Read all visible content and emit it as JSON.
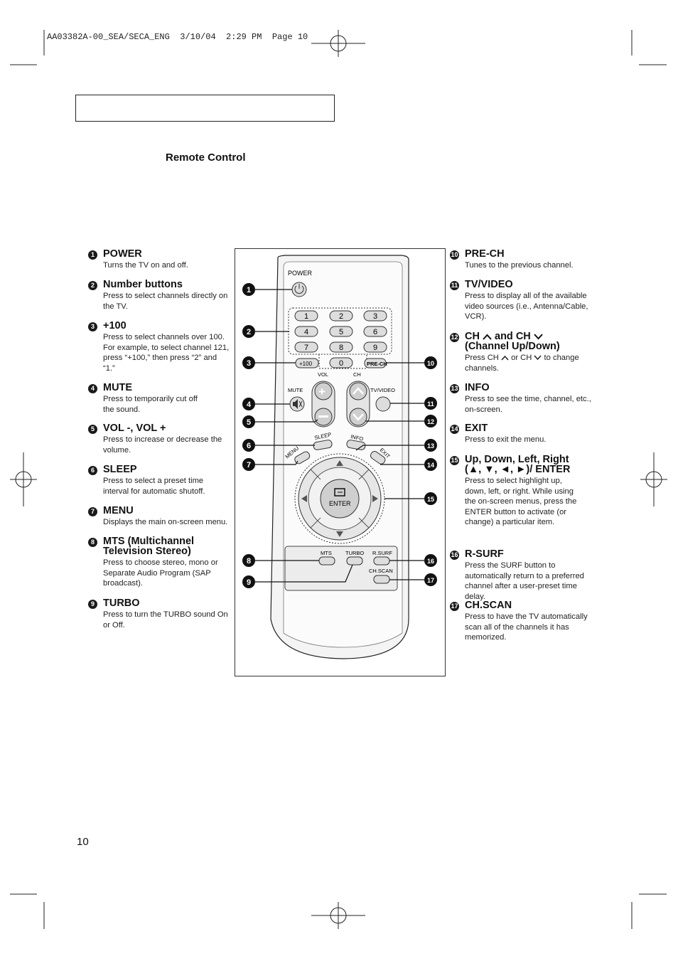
{
  "slug": "AA03382A-00_SEA/SECA_ENG  3/10/04  2:29 PM  Page 10",
  "section_title": "Remote Control",
  "page_number": "10",
  "left_items": [
    {
      "num": "1",
      "title": "POWER",
      "desc": "Turns the TV on and off."
    },
    {
      "num": "2",
      "title": "Number buttons",
      "desc": "Press to select channels directly on the TV."
    },
    {
      "num": "3",
      "title": "+100",
      "desc": "Press to select channels over 100. For example, to select channel 121, press “+100,” then press “2” and “1.”"
    },
    {
      "num": "4",
      "title": "MUTE",
      "desc": "Press to temporarily cut off the sound."
    },
    {
      "num": "5",
      "title": "VOL -, VOL +",
      "desc": "Press to increase or decrease the volume."
    },
    {
      "num": "6",
      "title": "SLEEP",
      "desc": "Press to select a preset time interval for automatic shutoff."
    },
    {
      "num": "7",
      "title": "MENU",
      "desc": "Displays the main on-screen menu."
    },
    {
      "num": "8",
      "title": "MTS (Multichannel Television Stereo)",
      "desc": "Press to choose stereo, mono or Separate Audio Program (SAP broadcast)."
    },
    {
      "num": "9",
      "title": "TURBO",
      "desc": "Press to turn the TURBO sound On or Off."
    }
  ],
  "right_items": [
    {
      "num": "10",
      "title": "PRE-CH",
      "desc": "Tunes to the previous channel."
    },
    {
      "num": "11",
      "title": "TV/VIDEO",
      "desc": "Press to display all of the available video sources (i.e., Antenna/Cable, VCR)."
    },
    {
      "num": "12",
      "title_a": "CH",
      "title_b": "and CH",
      "title_c": "(Channel Up/Down)",
      "desc_a": "Press CH",
      "desc_b": "or CH",
      "desc_c": "to change channels."
    },
    {
      "num": "13",
      "title": "INFO",
      "desc": "Press to see the time, channel, etc., on-screen."
    },
    {
      "num": "14",
      "title": "EXIT",
      "desc": "Press to exit the menu."
    },
    {
      "num": "15",
      "title": "Up, Down, Left, Right (▲, ▼, ◄, ►)/ ENTER",
      "desc": "Press to select highlight up, down, left, or right. While using the on-screen menus, press the ENTER button to activate (or change) a particular item."
    },
    {
      "num": "16",
      "title": "R-SURF",
      "desc": "Press the SURF button to automatically return to a preferred channel after a user-preset time delay."
    },
    {
      "num": "17",
      "title": "CH.SCAN",
      "desc": "Press to have the TV automatically scan all of the channels it has memorized."
    }
  ],
  "remote": {
    "power": "POWER",
    "plus100": "+100",
    "prech": "PRE-CH",
    "vol": "VOL",
    "ch": "CH",
    "mute": "MUTE",
    "tvvideo": "TV/VIDEO",
    "sleep": "SLEEP",
    "info": "INFO",
    "menu": "MENU",
    "exit": "EXIT",
    "enter": "ENTER",
    "mts": "MTS",
    "turbo": "TURBO",
    "rsurf": "R.SURF",
    "chscan": "CH.SCAN",
    "digits": [
      "1",
      "2",
      "3",
      "4",
      "5",
      "6",
      "7",
      "8",
      "9",
      "0"
    ]
  }
}
